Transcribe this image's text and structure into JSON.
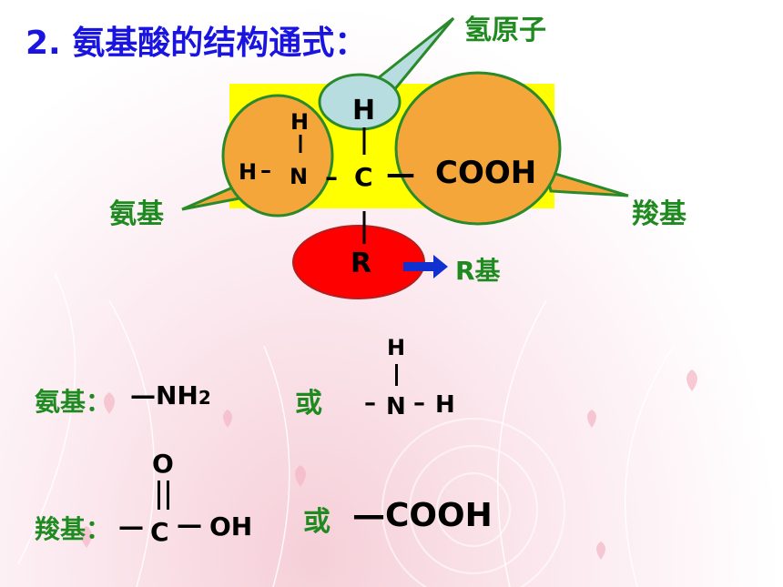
{
  "slide": {
    "title": "2. 氨基酸的结构通式：",
    "colors": {
      "title": "#1a14e0",
      "label_green": "#1f8a1f",
      "yellow_box": "#ffff00",
      "orange": "#f4a63a",
      "light_blue": "#b7dde0",
      "red": "#ff0000",
      "arrow": "#1030d0"
    }
  },
  "structure": {
    "h_top": "H",
    "h_amino_top": "H",
    "h_amino_left": "H",
    "n": "N",
    "c": "C",
    "cooh": "COOH",
    "r": "R",
    "dash_hn": "–",
    "dash_nc": "–",
    "dash_c_cooh": "—"
  },
  "callouts": {
    "hydrogen": "氢原子",
    "amino": "氨基",
    "carboxyl": "羧基",
    "r_group": "R基"
  },
  "formulas": {
    "amino_label": "氨基：",
    "amino_short": "—NH",
    "amino_sub": "2",
    "or_1": "或",
    "amino_struct": {
      "h": "H",
      "dash_left": "–",
      "n": "N",
      "dash_right": "–",
      "h2": "H"
    },
    "carboxyl_label": "羧基：",
    "carboxyl_struct": {
      "o": "O",
      "dash_left": "—",
      "c": "C",
      "dash_right": "—",
      "oh": "OH"
    },
    "or_2": "或",
    "carboxyl_short": "—COOH"
  }
}
